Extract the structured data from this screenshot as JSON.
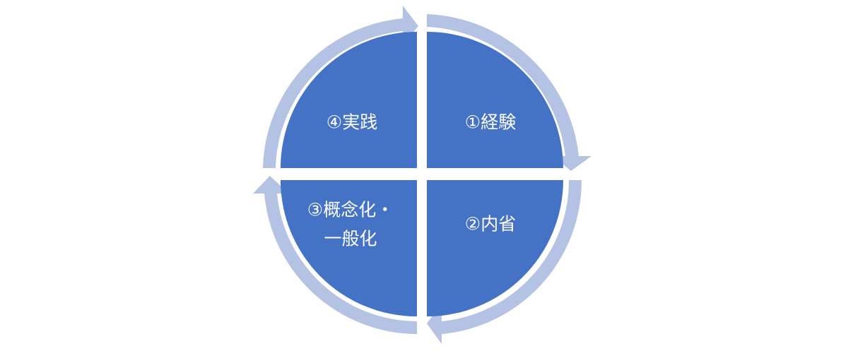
{
  "diagram": {
    "quadrants": {
      "top_right": {
        "label": "①経験"
      },
      "bottom_right": {
        "label": "②内省"
      },
      "bottom_left": {
        "lines": [
          "③概念化・",
          "一般化"
        ]
      },
      "top_left": {
        "label": "④実践"
      }
    },
    "colors": {
      "quadrant_fill": "#4472C4",
      "arrow_fill": "#B4C3E3",
      "text": "#FFFFFF"
    },
    "cycle_direction": "clockwise"
  }
}
